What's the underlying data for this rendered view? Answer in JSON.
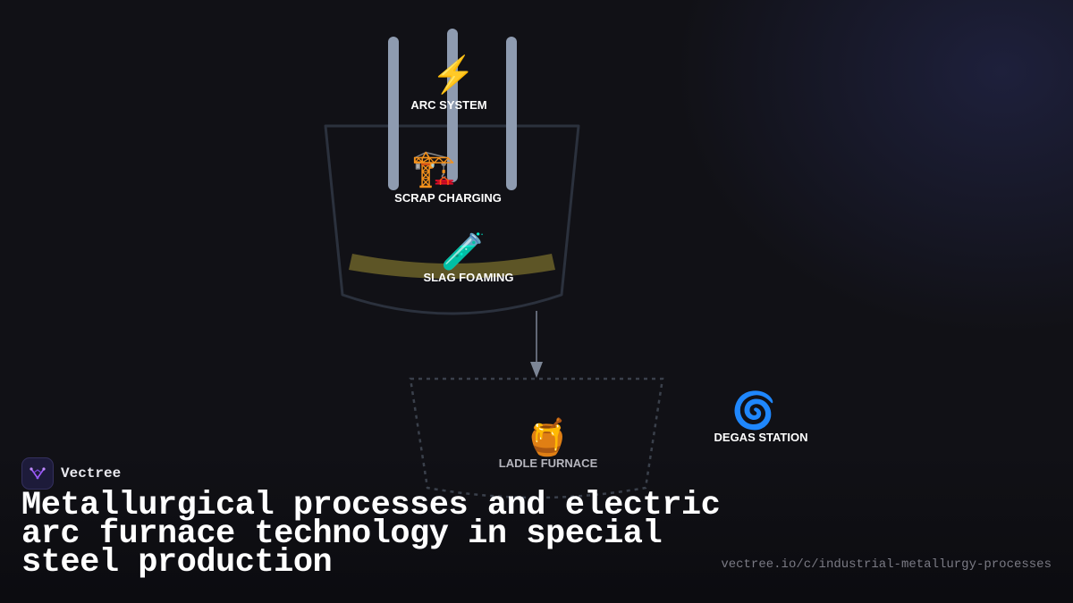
{
  "brand": {
    "name": "Vectree"
  },
  "title": "Metallurgical processes and electric arc furnace technology in special steel production",
  "url": "vectree.io/c/industrial-metallurgy-processes",
  "colors": {
    "background": "#111116",
    "electrode": "#8e9bb0",
    "furnace_outline": "#2b313d",
    "slag": "#6b6129",
    "arrow": "#7d8696",
    "logo_bg": "#1d1b3a",
    "logo_accent": "#a35cff"
  },
  "diagram": {
    "nodes": [
      {
        "id": "arc",
        "icon": "⚡",
        "icon_name": "lightning-icon",
        "label": "ARC SYSTEM"
      },
      {
        "id": "scrap",
        "icon": "🏗️",
        "icon_name": "crane-icon",
        "label": "SCRAP CHARGING"
      },
      {
        "id": "slag",
        "icon": "🧪",
        "icon_name": "test-tube-icon",
        "label": "SLAG FOAMING"
      },
      {
        "id": "ladle",
        "icon": "🍯",
        "icon_name": "honey-pot-icon",
        "label": "LADLE FURNACE"
      },
      {
        "id": "degas",
        "icon": "🌀",
        "icon_name": "cyclone-icon",
        "label": "DEGAS STATION"
      }
    ]
  }
}
